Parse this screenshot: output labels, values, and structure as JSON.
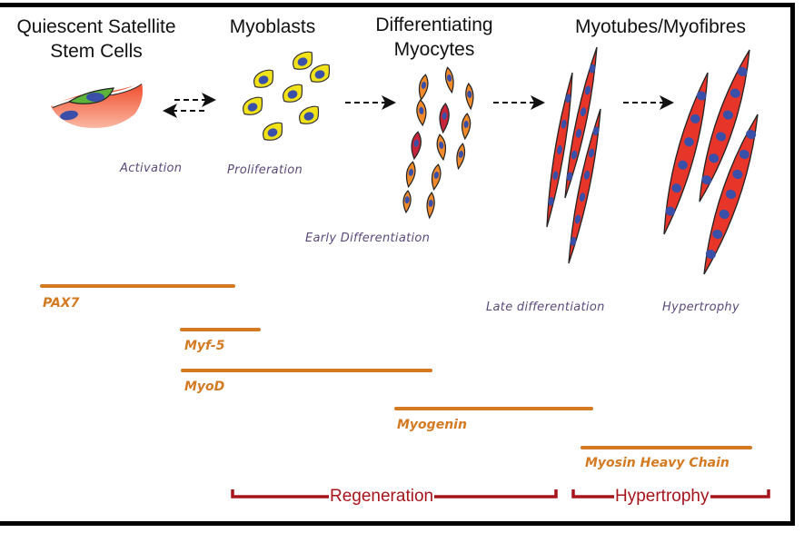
{
  "diagram": {
    "stages": [
      {
        "id": "quiescent",
        "title_line1": "Quiescent Satellite",
        "title_line2": "Stem Cells"
      },
      {
        "id": "myoblasts",
        "title_line1": "Myoblasts",
        "title_line2": ""
      },
      {
        "id": "myocytes",
        "title_line1": "Differentiating",
        "title_line2": "Myocytes"
      },
      {
        "id": "myotubes",
        "title_line1": "Myotubes/Myofibres",
        "title_line2": ""
      }
    ],
    "phases": {
      "activation": "Activation",
      "proliferation": "Proliferation",
      "early_differentiation": "Early Differentiation",
      "late_differentiation": "Late differentiation",
      "hypertrophy": "Hypertrophy"
    },
    "markers": [
      {
        "name": "PAX7"
      },
      {
        "name": "Myf-5"
      },
      {
        "name": "MyoD"
      },
      {
        "name": "Myogenin"
      },
      {
        "name": "Myosin Heavy Chain"
      }
    ],
    "brackets": {
      "regeneration": "Regeneration",
      "hypertrophy": "Hypertrophy"
    },
    "colors": {
      "marker": "#d47a22",
      "bracket": "#a6141c",
      "phase_text": "#5b4a7a",
      "myoblast": "#f2e21a",
      "myocyte": "#f08a2a",
      "myotube": "#e8352a",
      "nucleus": "#3a4fa8"
    }
  }
}
